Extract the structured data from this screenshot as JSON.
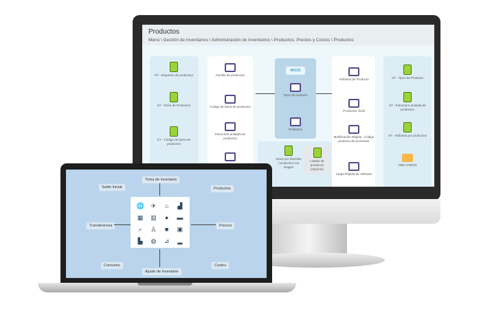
{
  "monitor": {
    "title": "Productos",
    "breadcrumb": "Menú  \\  Gestión de Inventarios  \\  Administración de Inventarios  \\  Productos, Precios y Costos  \\  Productos",
    "col1": [
      "ST - Esquema de productos",
      "ST - Ficha de Productos",
      "ST - Código de barra de productos"
    ],
    "col2": [
      "Familia de productos",
      "Código de barra de productos",
      "Estructura anidada de productos"
    ],
    "inicio": {
      "label": "INICIO",
      "items": [
        "Tipos de producto",
        "Productos"
      ]
    },
    "bottom": [
      "Stock por depósito / productos con imagen",
      "Listado de productos (imprimir)"
    ],
    "col4": [
      "Atributos de Producto",
      "Productos Textil",
      "Modificación Rápida - Código producto de proveedor",
      "Carga Rápida de Atributos"
    ],
    "col5": [
      "ST - Tipos de Producto",
      "ST - Estructura anidada de productos",
      "ST - Atributos por productos",
      "ABM VARIOS"
    ]
  },
  "laptop": {
    "labels": {
      "saldo": "Saldo Inicial",
      "toma": "Toma de inventario",
      "productos": "Productos",
      "transferencia": "Transferencia",
      "precios": "Precios",
      "consumo": "Consumo",
      "ajuste": "Ajuste de Inventario",
      "costos": "Costos"
    },
    "icons": [
      "globe-icon",
      "airplane-icon",
      "warehouse-icon",
      "forklift-icon",
      "boxes-icon",
      "barcode-icon",
      "world-icon",
      "truck-icon",
      "search-box-icon",
      "person-icon",
      "cargo-truck-icon",
      "package-icon",
      "factory-icon",
      "network-globe-icon",
      "handcart-icon",
      "ship-icon"
    ]
  }
}
